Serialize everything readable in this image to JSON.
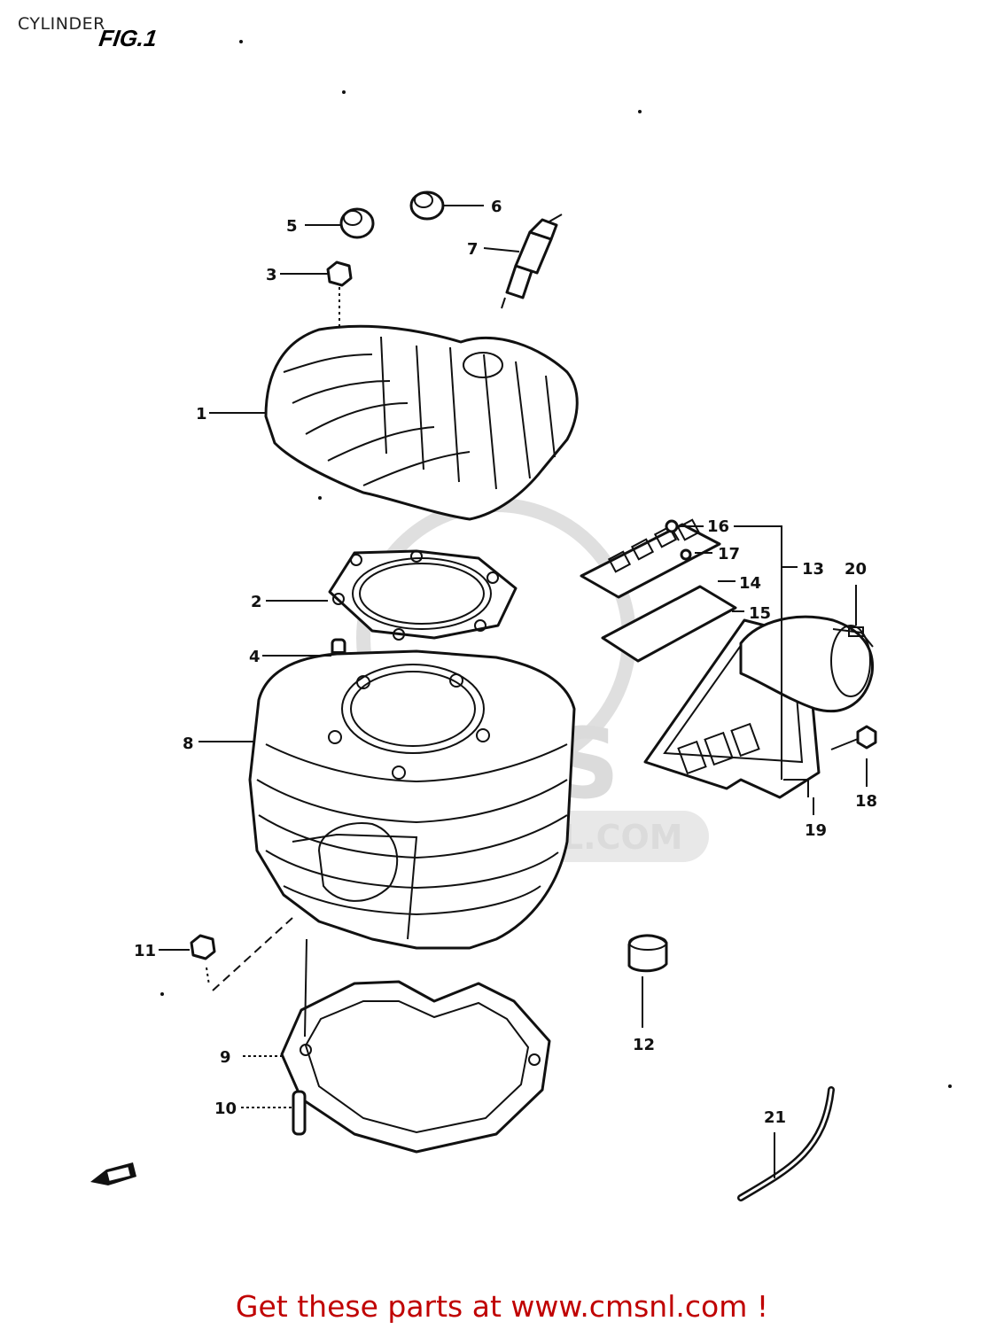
{
  "header": {
    "title": "CYLINDER",
    "figure": "FIG.1"
  },
  "watermark": {
    "logo_text": "CMS",
    "url_text": "WWW.CMSNL.COM"
  },
  "callouts": {
    "c1": "1",
    "c2": "2",
    "c3": "3",
    "c4": "4",
    "c5": "5",
    "c6": "6",
    "c7": "7",
    "c8": "8",
    "c9": "9",
    "c10": "10",
    "c11": "11",
    "c12": "12",
    "c13": "13",
    "c14": "14",
    "c15": "15",
    "c16": "16",
    "c17": "17",
    "c18": "18",
    "c19": "19",
    "c20": "20",
    "c21": "21"
  },
  "footer": {
    "text": "Get these parts at www.cmsnl.com !"
  },
  "colors": {
    "footer": "#c00000",
    "linework": "#111111",
    "watermark": "#d8d8d8"
  },
  "icons": {
    "direction_arrow": "front-arrow-icon"
  }
}
